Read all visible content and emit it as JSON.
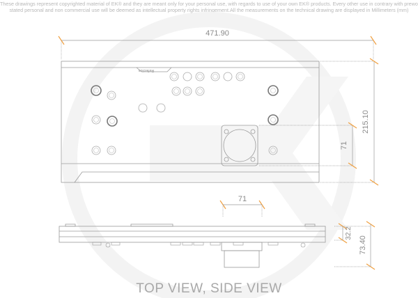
{
  "disclaimer": {
    "line1": "These drawings represent copyrighted material of EK® and they are meant only for your personal use, with regards to use of your own EK® products. Every other use in contrary with prewously",
    "line2": "stated personal and non commercial use will be deemed as intellectual property rights infringement.All the measurements on the technical drawing are displayed in Millimeters (mm)"
  },
  "top_view": {
    "brand_label": "Reflection",
    "dim_width": "471.90",
    "dim_height": "215.10",
    "dim_terminal_height": "71"
  },
  "side_view": {
    "dim_terminal_width": "71",
    "dim_thickness": "32.2",
    "dim_total_height": "73.40"
  },
  "caption": "TOP VIEW, SIDE VIEW",
  "colors": {
    "dimension_accent": "#f0a040",
    "line": "#9a9a9a",
    "watermark": "#f2f2f2"
  }
}
